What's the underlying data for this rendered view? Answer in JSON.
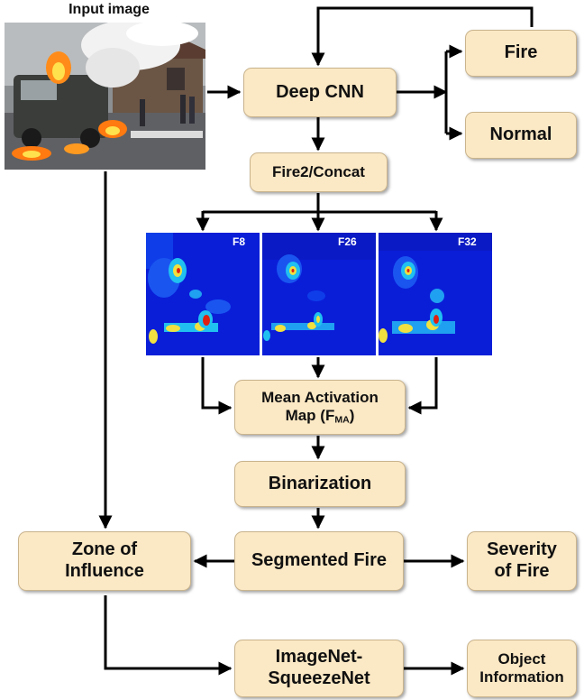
{
  "input": {
    "title": "Input image"
  },
  "nodes": {
    "deep_cnn": "Deep CNN",
    "fire": "Fire",
    "normal": "Normal",
    "fire2_concat": "Fire2/Concat",
    "mean_activation_1": "Mean Activation",
    "mean_activation_2": "Map (F",
    "mean_activation_sub": "MA",
    "mean_activation_3": ")",
    "binarization": "Binarization",
    "segmented_fire": "Segmented Fire",
    "zone_1": "Zone of",
    "zone_2": "Influence",
    "severity_1": "Severity",
    "severity_2": "of Fire",
    "imagenet_1": "ImageNet-",
    "imagenet_2": "SqueezeNet",
    "object_1": "Object",
    "object_2": "Information"
  },
  "feature_maps": [
    {
      "label": "F8"
    },
    {
      "label": "F26"
    },
    {
      "label": "F32"
    }
  ],
  "colors": {
    "box_fill": "#fbe8c4",
    "arrow": "#000000",
    "heat_bg": "#0a1ed8"
  }
}
